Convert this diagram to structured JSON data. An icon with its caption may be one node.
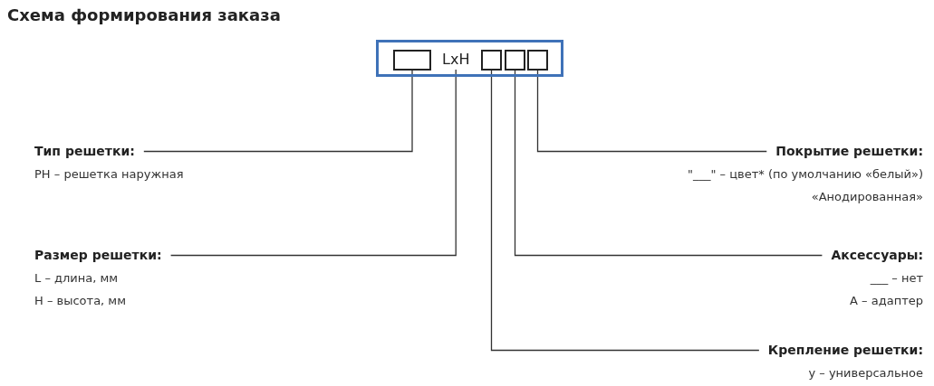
{
  "diagram": {
    "title": "Схема формирования заказа",
    "nodes": [
      {
        "text": [],
        "shape": "box"
      },
      {
        "text": [],
        "shape": "box",
        "in": 0
      },
      {
        "text": [
          "LxH"
        ],
        "in": 0
      },
      {
        "text": [],
        "shape": "box",
        "in": 0
      },
      {
        "text": [],
        "shape": "box",
        "in": 0
      },
      {
        "text": [],
        "shape": "box",
        "in": 0
      },
      {
        "text": [
          "Тип решетки:",
          "РН – решетка наружная"
        ]
      },
      {
        "text": [
          "Покрытие решетки:",
          "\"___\" – цвет* (по умолчанию «белый»)",
          "«Анодированная»"
        ]
      },
      {
        "text": [
          "Размер решетки:",
          "L – длина, мм",
          "Н – высота, мм"
        ]
      },
      {
        "text": [
          "Аксессуары:",
          "___ – нет",
          "А – адаптер"
        ]
      },
      {
        "text": [
          "Крепление решетки:",
          "у – универсальное"
        ]
      }
    ],
    "edges": [
      {
        "from": 6,
        "to": 1,
        "arrow": "none"
      },
      {
        "from": 7,
        "to": 5,
        "arrow": "none"
      },
      {
        "from": 8,
        "to": 2,
        "arrow": "none"
      },
      {
        "from": 9,
        "to": 4,
        "arrow": "none"
      },
      {
        "from": 10,
        "to": 3,
        "arrow": "none"
      }
    ]
  }
}
